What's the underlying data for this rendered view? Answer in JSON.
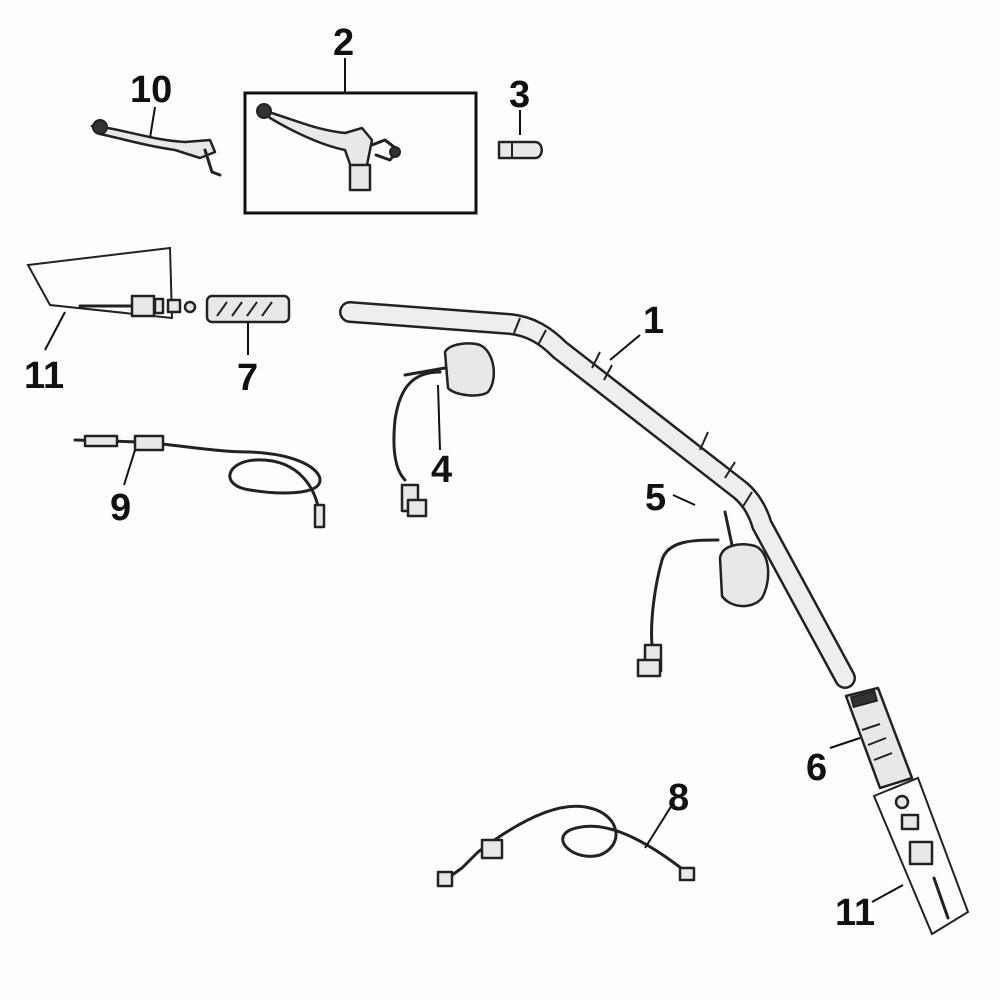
{
  "diagram": {
    "callouts": [
      {
        "id": "1",
        "label": "1"
      },
      {
        "id": "2",
        "label": "2"
      },
      {
        "id": "3",
        "label": "3"
      },
      {
        "id": "4",
        "label": "4"
      },
      {
        "id": "5",
        "label": "5"
      },
      {
        "id": "6",
        "label": "6"
      },
      {
        "id": "7",
        "label": "7"
      },
      {
        "id": "8",
        "label": "8"
      },
      {
        "id": "9",
        "label": "9"
      },
      {
        "id": "10",
        "label": "10"
      },
      {
        "id": "11a",
        "label": "11"
      },
      {
        "id": "11b",
        "label": "11"
      }
    ]
  }
}
